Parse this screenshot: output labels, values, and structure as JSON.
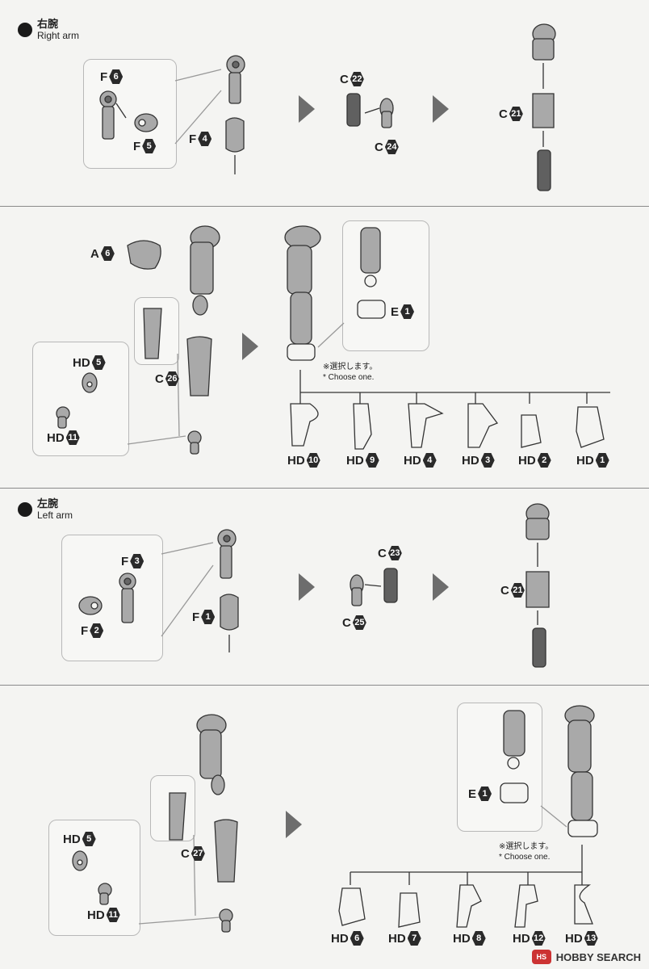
{
  "sections": [
    {
      "title_jp": "右腕",
      "title_en": "Right arm"
    },
    {
      "title_jp": "左腕",
      "title_en": "Left arm"
    }
  ],
  "labels": {
    "s1": [
      {
        "prefix": "F",
        "num": "6"
      },
      {
        "prefix": "F",
        "num": "5"
      },
      {
        "prefix": "F",
        "num": "4"
      },
      {
        "prefix": "C",
        "num": "22"
      },
      {
        "prefix": "C",
        "num": "24"
      },
      {
        "prefix": "C",
        "num": "21"
      }
    ],
    "s2": [
      {
        "prefix": "A",
        "num": "6"
      },
      {
        "prefix": "HD",
        "num": "5"
      },
      {
        "prefix": "HD",
        "num": "11"
      },
      {
        "prefix": "C",
        "num": "26"
      },
      {
        "prefix": "E",
        "num": "1"
      }
    ],
    "s2_hands": [
      {
        "prefix": "HD",
        "num": "10"
      },
      {
        "prefix": "HD",
        "num": "9"
      },
      {
        "prefix": "HD",
        "num": "4"
      },
      {
        "prefix": "HD",
        "num": "3"
      },
      {
        "prefix": "HD",
        "num": "2"
      },
      {
        "prefix": "HD",
        "num": "1"
      }
    ],
    "s3": [
      {
        "prefix": "F",
        "num": "3"
      },
      {
        "prefix": "F",
        "num": "2"
      },
      {
        "prefix": "F",
        "num": "1"
      },
      {
        "prefix": "C",
        "num": "23"
      },
      {
        "prefix": "C",
        "num": "25"
      },
      {
        "prefix": "C",
        "num": "21"
      }
    ],
    "s4": [
      {
        "prefix": "HD",
        "num": "5"
      },
      {
        "prefix": "HD",
        "num": "11"
      },
      {
        "prefix": "C",
        "num": "27"
      },
      {
        "prefix": "E",
        "num": "1"
      }
    ],
    "s4_hands": [
      {
        "prefix": "HD",
        "num": "6"
      },
      {
        "prefix": "HD",
        "num": "7"
      },
      {
        "prefix": "HD",
        "num": "8"
      },
      {
        "prefix": "HD",
        "num": "12"
      },
      {
        "prefix": "HD",
        "num": "13"
      }
    ]
  },
  "notes": {
    "choose_jp": "※選択します。",
    "choose_en": "* Choose one."
  },
  "watermark": {
    "logo": "HS",
    "text": "HOBBY SEARCH"
  }
}
